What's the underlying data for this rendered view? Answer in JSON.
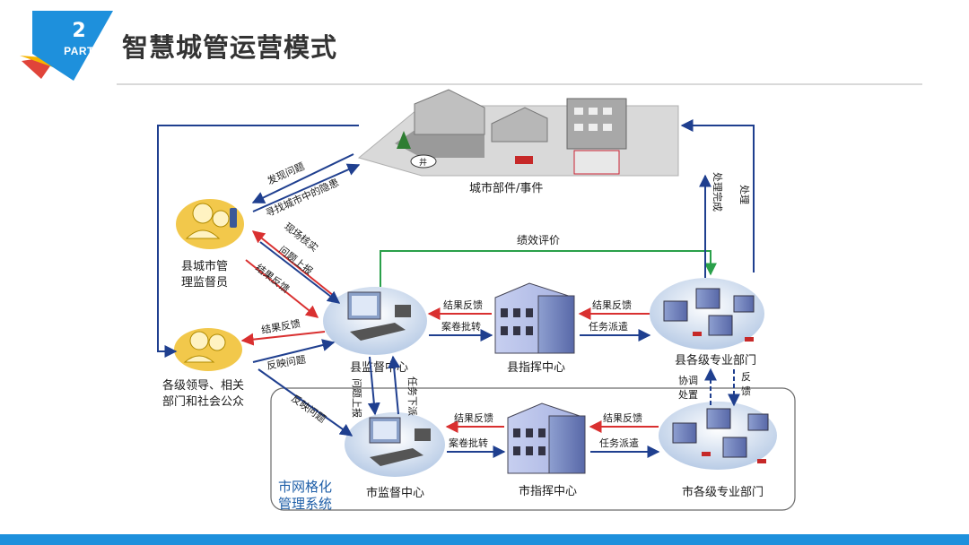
{
  "header": {
    "badge_number": "2",
    "badge_text": "PART",
    "title": "智慧城管运营模式"
  },
  "diagram": {
    "nodes": {
      "city": "城市部件/事件",
      "county_supervisor_line1": "县城市管",
      "county_supervisor_line2": "理监督员",
      "leaders_line1": "各级领导、相关",
      "leaders_line2": "部门和社会公众",
      "county_supervision": "县监督中心",
      "county_command": "县指挥中心",
      "county_depts": "县各级专业部门",
      "city_supervision": "市监督中心",
      "city_command": "市指挥中心",
      "city_depts": "市各级专业部门",
      "system_line1": "市网格化",
      "system_line2": "管理系统"
    },
    "edges": {
      "find_problem": "发现问题",
      "find_hazard": "寻找城市中的隐患",
      "verify": "现场核实",
      "report_problem": "问题上报",
      "result_feedback_supervisor": "结果反馈",
      "result_feedback_leaders": "结果反馈",
      "reflect_problem_1": "反映问题",
      "reflect_problem_2": "反映问题",
      "performance": "绩效评价",
      "county_feedback_1": "结果反馈",
      "county_transfer": "案卷批转",
      "county_feedback_2": "结果反馈",
      "county_dispatch": "任务派遣",
      "up_report": "问题上报",
      "down_issue": "任务下派",
      "city_feedback_1": "结果反馈",
      "city_transfer": "案卷批转",
      "city_feedback_2": "结果反馈",
      "city_dispatch": "任务派遣",
      "coord_1": "协调",
      "coord_2": "处置",
      "fb_1": "反",
      "fb_2": "馈",
      "handled": "处理完成",
      "handle": "处理"
    }
  },
  "colors": {
    "blue_arrow": "#1f3f8f",
    "red_arrow": "#d93030",
    "green_arrow": "#2aa04a",
    "badge_blue": "#1e90dc",
    "badge_yellow": "#f5b400",
    "badge_red": "#e0443a",
    "footer": "#1e90dc"
  }
}
